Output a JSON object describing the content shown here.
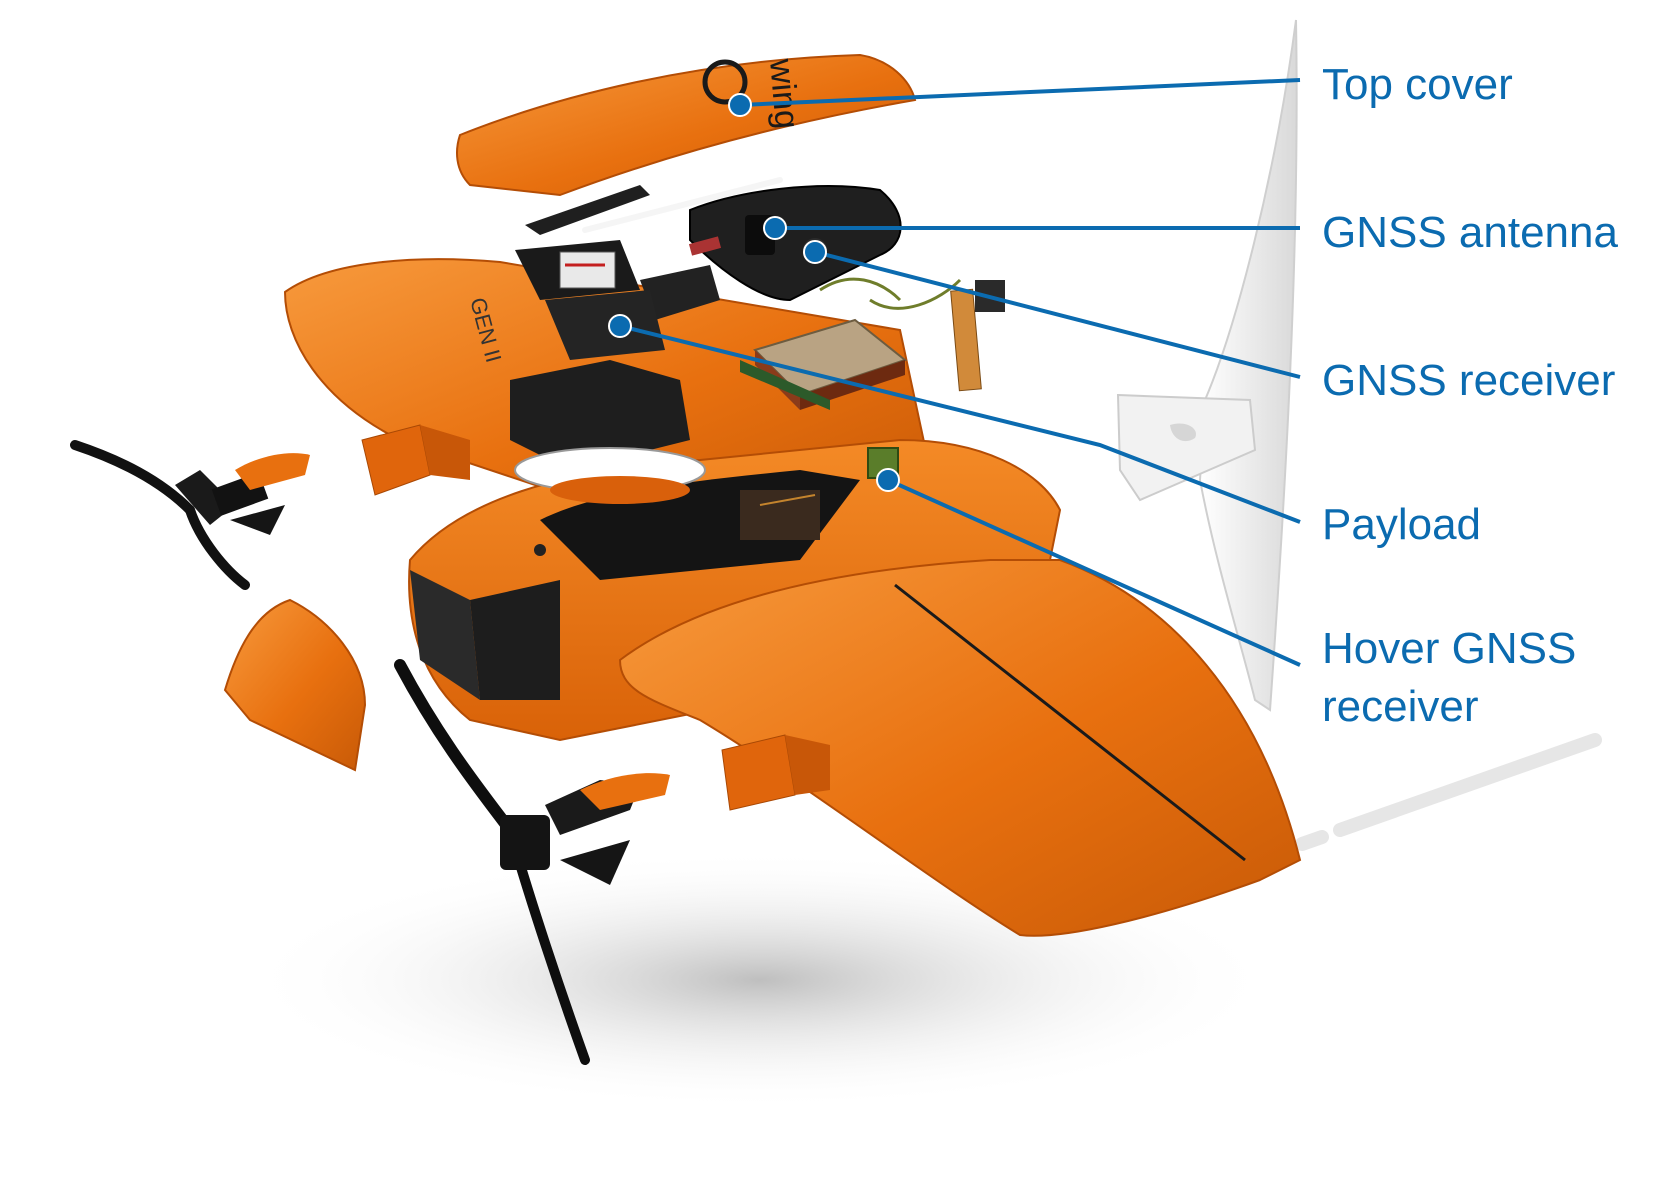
{
  "diagram": {
    "branding": {
      "logo_text": "wing",
      "model_mark": "GEN II"
    },
    "callouts": [
      {
        "id": "top-cover",
        "label": "Top cover"
      },
      {
        "id": "gnss-antenna",
        "label": "GNSS antenna"
      },
      {
        "id": "gnss-receiver",
        "label": "GNSS receiver"
      },
      {
        "id": "payload",
        "label": "Payload"
      },
      {
        "id": "hover-gnss-receiver",
        "label": "Hover GNSS receiver"
      }
    ],
    "colors": {
      "body_orange": "#e8700f",
      "body_highlight": "#f79a3d",
      "body_shadow": "#b44d05",
      "component_dark": "#1e1e1e",
      "fin_white": "#eeeeee",
      "callout_blue": "#0b6bb0",
      "pcb_green": "#3d6b2f"
    }
  }
}
